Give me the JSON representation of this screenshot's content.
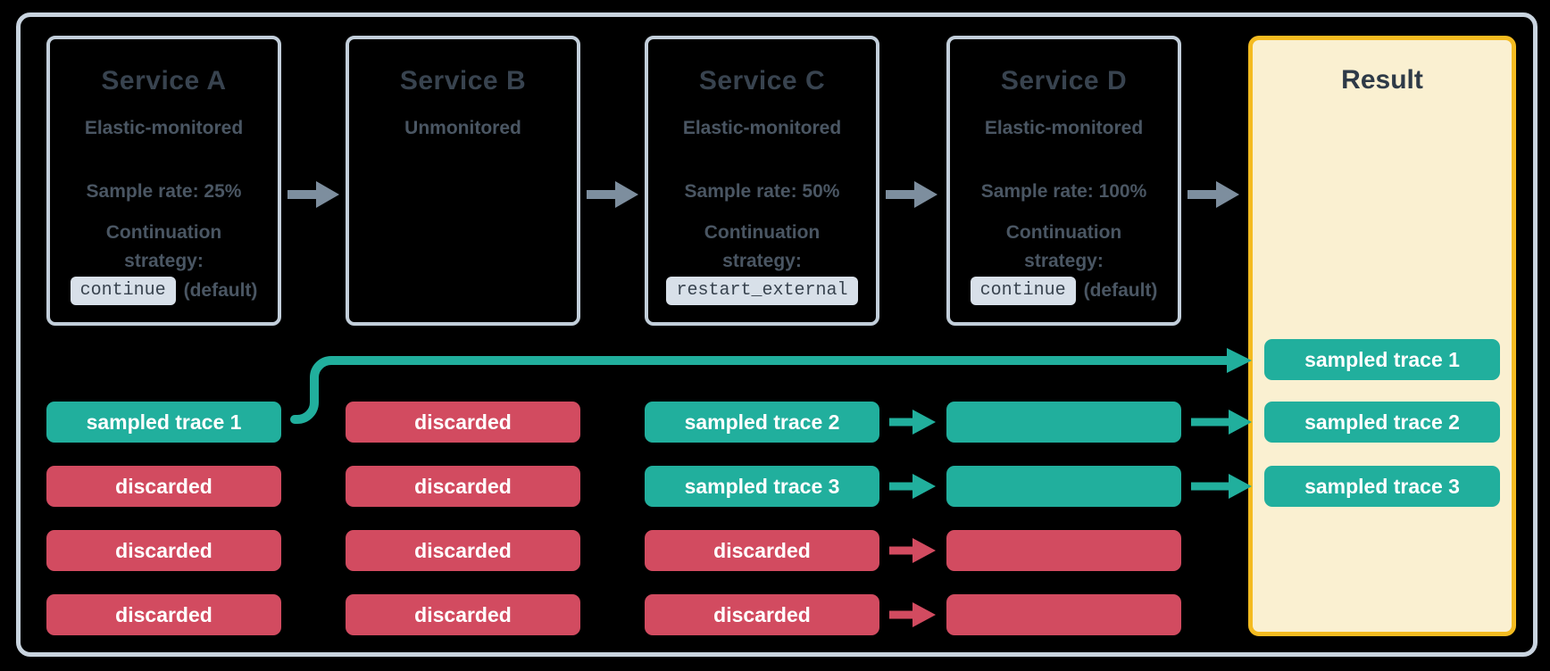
{
  "diagram": {
    "background": "#000000",
    "colors": {
      "sampled_bar": "#21AF9D",
      "discarded_bar": "#D24B60",
      "flow_arrow_gray": "#7D8E9E",
      "service_box_border": "#C2CEDA",
      "outer_frame_border": "#C9D4DF",
      "title_text": "#38434F",
      "body_text": "#4A5663",
      "code_badge_background": "#D8E0E9",
      "result_background": "#FAF0D1",
      "result_border": "#F4BB20",
      "bar_text": "#FFFFFF"
    },
    "services": [
      {
        "title": "Service A",
        "monitoring": "Elastic-monitored",
        "sample_rate": "Sample rate: 25%",
        "continuation_label_line1": "Continuation",
        "continuation_label_line2": "strategy:",
        "strategy_code": "continue",
        "strategy_note": "(default)"
      },
      {
        "title": "Service B",
        "monitoring": "Unmonitored"
      },
      {
        "title": "Service C",
        "monitoring": "Elastic-monitored",
        "sample_rate": "Sample rate: 50%",
        "continuation_label_line1": "Continuation",
        "continuation_label_line2": "strategy:",
        "strategy_code": "restart_external"
      },
      {
        "title": "Service D",
        "monitoring": "Elastic-monitored",
        "sample_rate": "Sample rate: 100%",
        "continuation_label_line1": "Continuation",
        "continuation_label_line2": "strategy:",
        "strategy_code": "continue",
        "strategy_note": "(default)"
      }
    ],
    "result": {
      "title": "Result",
      "bars": [
        {
          "label": "sampled trace 1",
          "type": "sampled"
        },
        {
          "label": "sampled trace 2",
          "type": "sampled"
        },
        {
          "label": "sampled trace 3",
          "type": "sampled"
        }
      ]
    },
    "trace_columns": [
      {
        "service": "Service A",
        "bars": [
          {
            "label": "sampled trace 1",
            "type": "sampled"
          },
          {
            "label": "discarded",
            "type": "discarded"
          },
          {
            "label": "discarded",
            "type": "discarded"
          },
          {
            "label": "discarded",
            "type": "discarded"
          }
        ]
      },
      {
        "service": "Service B",
        "bars": [
          {
            "label": "discarded",
            "type": "discarded"
          },
          {
            "label": "discarded",
            "type": "discarded"
          },
          {
            "label": "discarded",
            "type": "discarded"
          },
          {
            "label": "discarded",
            "type": "discarded"
          }
        ]
      },
      {
        "service": "Service C",
        "bars": [
          {
            "label": "sampled trace 2",
            "type": "sampled"
          },
          {
            "label": "sampled trace 3",
            "type": "sampled"
          },
          {
            "label": "discarded",
            "type": "discarded"
          },
          {
            "label": "discarded",
            "type": "discarded"
          }
        ]
      },
      {
        "service": "Service D",
        "bars": [
          {
            "label": "",
            "type": "sampled"
          },
          {
            "label": "",
            "type": "sampled"
          },
          {
            "label": "",
            "type": "discarded"
          },
          {
            "label": "",
            "type": "discarded"
          }
        ]
      }
    ]
  }
}
